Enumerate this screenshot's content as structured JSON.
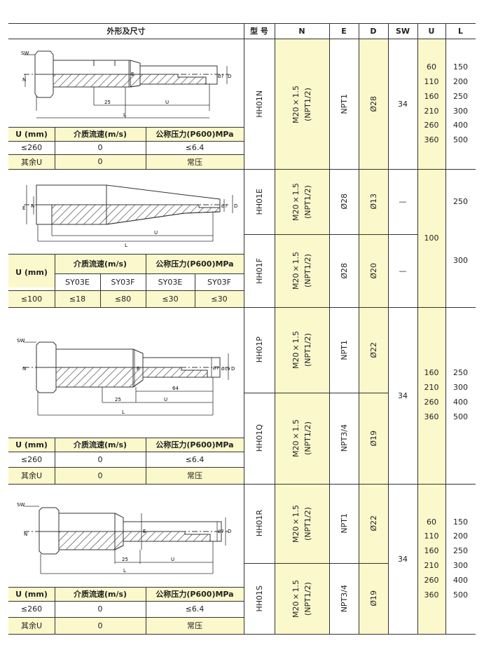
{
  "header": {
    "shape": "外形及尺寸",
    "model": "型 号",
    "n": "N",
    "e": "E",
    "d": "D",
    "sw": "SW",
    "u": "U",
    "l": "L"
  },
  "colors": {
    "highlight": "#fbf8cc",
    "line": "#333333"
  },
  "drawing_labels": {
    "sw": "SW",
    "n": "N",
    "e": "E",
    "d7": "Ø7",
    "d": "D",
    "u": "U",
    "l": "L",
    "d25": "25",
    "d64": "64",
    "d19": "Ø19"
  },
  "sections": [
    {
      "sub_headers": [
        "U (mm)",
        "介质流速(m/s)",
        "公称压力(P600)MPa"
      ],
      "rows": [
        [
          "≤260",
          "0",
          "≤6.4"
        ],
        [
          "其余U",
          "0",
          "常压"
        ]
      ]
    },
    {
      "sub_headers": [
        "U (mm)",
        "介质流速(m/s)",
        "公称压力(P600)MPa"
      ],
      "sub_sub": [
        "SY03E",
        "SY03F",
        "SY03E",
        "SY03F"
      ],
      "row": [
        "≤100",
        "≤18",
        "≤80",
        "≤30",
        "≤30"
      ]
    },
    {
      "sub_headers": [
        "U (mm)",
        "介质流速(m/s)",
        "公称压力(P600)MPa"
      ],
      "rows": [
        [
          "≤260",
          "0",
          "≤6.4"
        ],
        [
          "其余U",
          "0",
          "常压"
        ]
      ]
    },
    {
      "sub_headers": [
        "U (mm)",
        "介质流速(m/s)",
        "公称压力(P600)MPa"
      ],
      "rows": [
        [
          "≤260",
          "0",
          "≤6.4"
        ],
        [
          "其余U",
          "0",
          "常压"
        ]
      ]
    }
  ],
  "models": [
    {
      "model": "HH01N",
      "n_line1": "M20×1.5",
      "n_line2": "(NPT1/2)",
      "e": "NPT1",
      "d": "Ø28"
    },
    {
      "model": "HH01E",
      "n_line1": "M20×1.5",
      "n_line2": "(NPT1/2)",
      "e": "Ø28",
      "d": "Ø13"
    },
    {
      "model": "HH01F",
      "n_line1": "M20×1.5",
      "n_line2": "(NPT1/2)",
      "e": "Ø28",
      "d": "Ø20"
    },
    {
      "model": "HH01P",
      "n_line1": "M20×1.5",
      "n_line2": "(NPT1/2)",
      "e": "NPT1",
      "d": "Ø22"
    },
    {
      "model": "HH01Q",
      "n_line1": "M20×1.5",
      "n_line2": "(NPT1/2)",
      "e": "NPT3/4",
      "d": "Ø19"
    },
    {
      "model": "HH01R",
      "n_line1": "M20×1.5",
      "n_line2": "(NPT1/2)",
      "e": "NPT1",
      "d": "Ø22"
    },
    {
      "model": "HH01S",
      "n_line1": "M20×1.5",
      "n_line2": "(NPT1/2)",
      "e": "NPT3/4",
      "d": "Ø19"
    }
  ],
  "sw_values": {
    "g1": "34",
    "e": "—",
    "f": "—",
    "g3": "34",
    "g4": "34"
  },
  "u_lists": {
    "g1": [
      "60",
      "110",
      "160",
      "210",
      "260",
      "360"
    ],
    "g2": "100",
    "g3": [
      "160",
      "210",
      "260",
      "360"
    ],
    "g4": [
      "60",
      "110",
      "160",
      "210",
      "260",
      "360"
    ]
  },
  "l_lists": {
    "g1": [
      "150",
      "200",
      "250",
      "300",
      "400",
      "500"
    ],
    "e": "250",
    "f": "300",
    "g3": [
      "250",
      "300",
      "400",
      "500"
    ],
    "g4": [
      "150",
      "200",
      "250",
      "300",
      "400",
      "500"
    ]
  }
}
